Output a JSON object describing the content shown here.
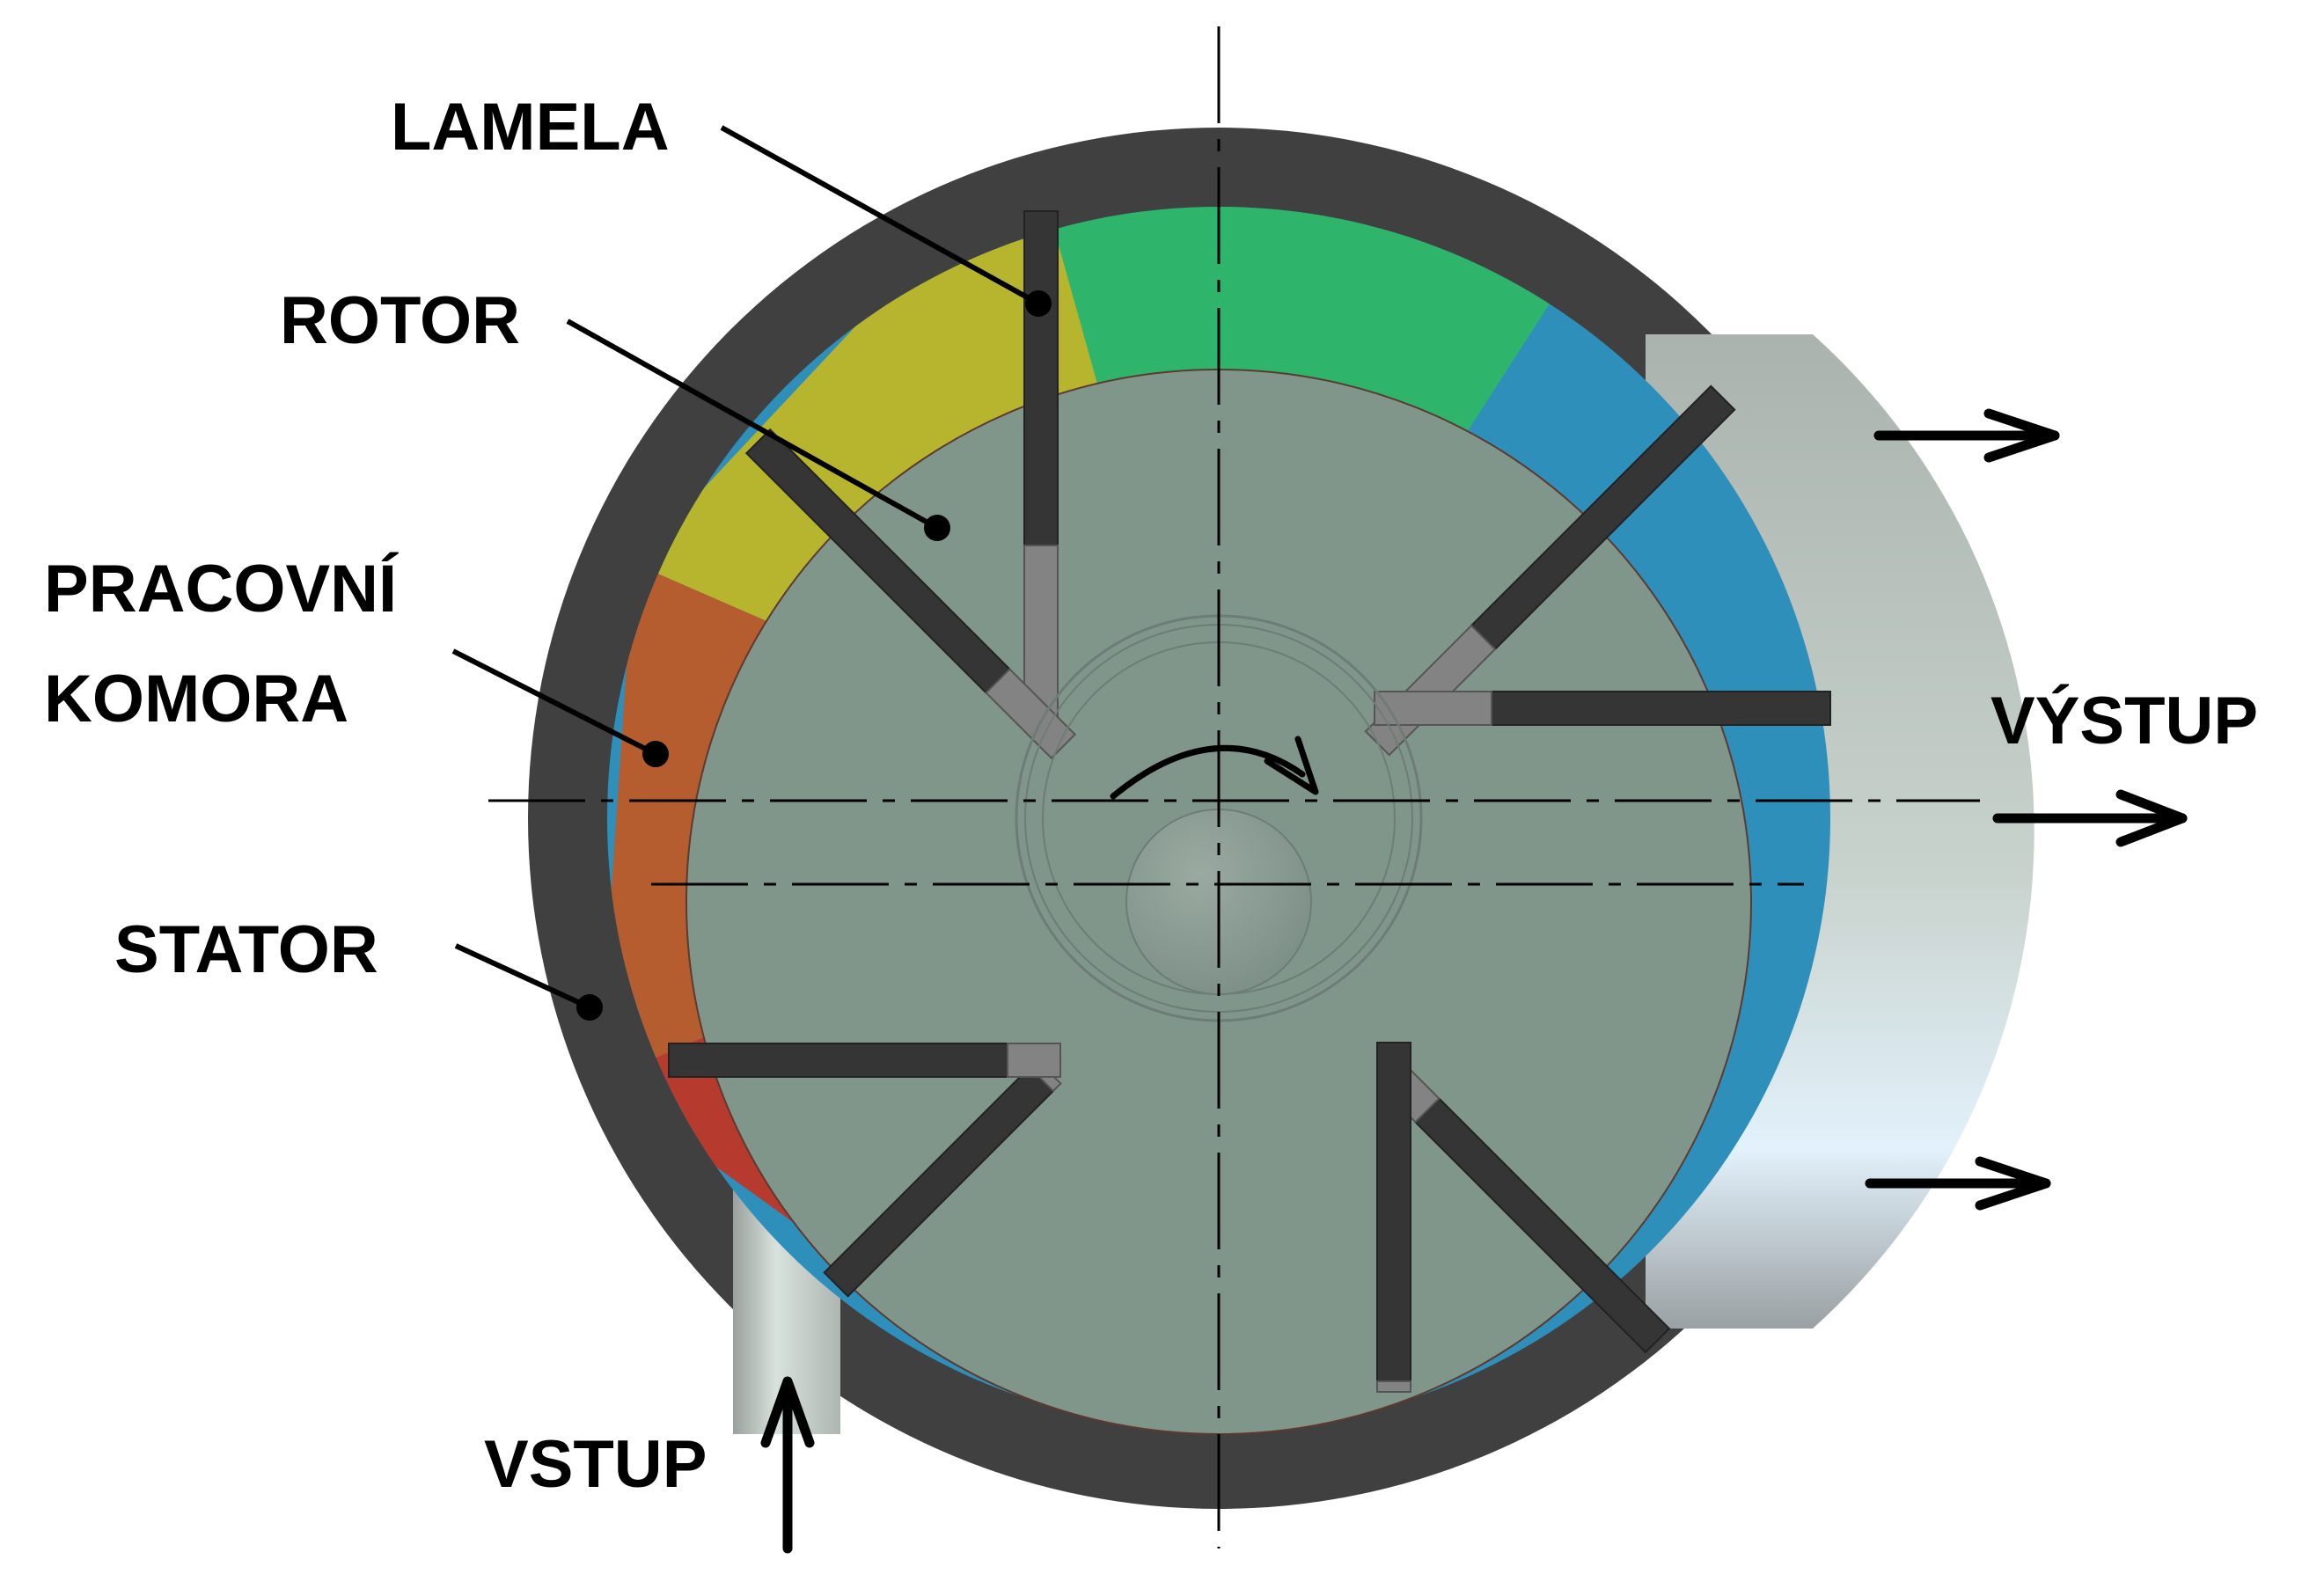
{
  "labels": {
    "lamela": "LAMELA",
    "rotor": "ROTOR",
    "pracovni": "PRACOVNÍ",
    "komora": "KOMORA",
    "stator": "STATOR",
    "vstup": "VSTUP",
    "vystup": "VÝSTUP"
  },
  "colors": {
    "stator": "#404040",
    "rotor": "#81968b",
    "vane_dark": "#353535",
    "vane_light": "#838383",
    "chamber_yellow": "#b7b52e",
    "chamber_green": "#2eb56b",
    "chamber_blue": "#2f8fbb",
    "chamber_orange": "#b55d2e",
    "chamber_red": "#b63a2e",
    "port_metal": "#c2cbc6"
  }
}
